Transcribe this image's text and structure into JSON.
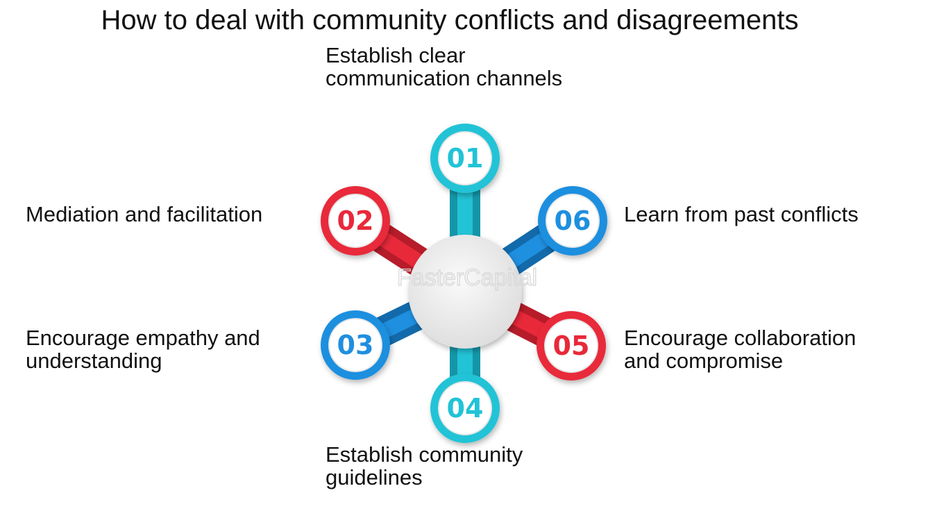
{
  "title": "How to deal with community conflicts and disagreements",
  "watermark": "FasterCapital",
  "colors": {
    "cyan": "#22c3d6",
    "cyan_dark": "#1596a8",
    "red": "#e8293a",
    "red_dark": "#b71c2a",
    "blue": "#1f8fdf",
    "blue_dark": "#136aaa",
    "center": "#ececec"
  },
  "steps": [
    {
      "number": "01",
      "color": "cyan",
      "lines": [
        "Establish clear",
        "communication channels"
      ]
    },
    {
      "number": "02",
      "color": "red",
      "lines": [
        "Mediation and facilitation"
      ]
    },
    {
      "number": "03",
      "color": "blue",
      "lines": [
        "Encourage empathy and",
        "understanding"
      ]
    },
    {
      "number": "04",
      "color": "cyan",
      "lines": [
        "Establish community",
        "guidelines"
      ]
    },
    {
      "number": "05",
      "color": "red",
      "lines": [
        "Encourage collaboration",
        "and compromise"
      ]
    },
    {
      "number": "06",
      "color": "blue",
      "lines": [
        "Learn from past conflicts"
      ]
    }
  ]
}
